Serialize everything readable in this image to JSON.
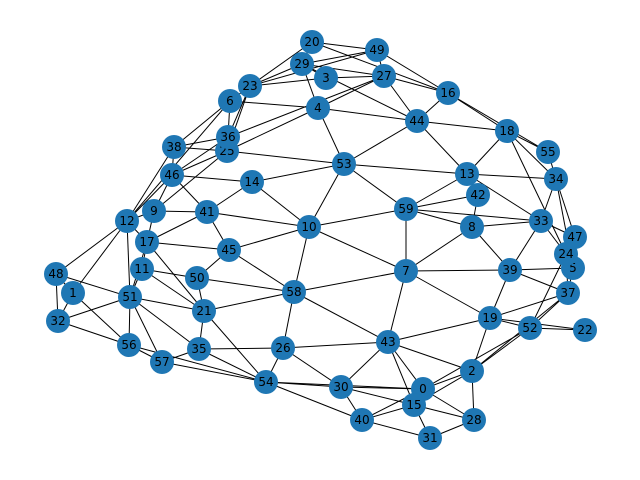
{
  "graph": {
    "node_color": "#1f77b4",
    "edge_color": "#000000",
    "label_color": "#000000",
    "nodes": [
      {
        "id": "0"
      },
      {
        "id": "1"
      },
      {
        "id": "2"
      },
      {
        "id": "3"
      },
      {
        "id": "4"
      },
      {
        "id": "5"
      },
      {
        "id": "6"
      },
      {
        "id": "7"
      },
      {
        "id": "8"
      },
      {
        "id": "9"
      },
      {
        "id": "10"
      },
      {
        "id": "11"
      },
      {
        "id": "12"
      },
      {
        "id": "13"
      },
      {
        "id": "14"
      },
      {
        "id": "15"
      },
      {
        "id": "16"
      },
      {
        "id": "17"
      },
      {
        "id": "18"
      },
      {
        "id": "19"
      },
      {
        "id": "20"
      },
      {
        "id": "21"
      },
      {
        "id": "22"
      },
      {
        "id": "23"
      },
      {
        "id": "24"
      },
      {
        "id": "25"
      },
      {
        "id": "26"
      },
      {
        "id": "27"
      },
      {
        "id": "28"
      },
      {
        "id": "29"
      },
      {
        "id": "30"
      },
      {
        "id": "31"
      },
      {
        "id": "32"
      },
      {
        "id": "34"
      },
      {
        "id": "35"
      },
      {
        "id": "36"
      },
      {
        "id": "37"
      },
      {
        "id": "38"
      },
      {
        "id": "39"
      },
      {
        "id": "40"
      },
      {
        "id": "41"
      },
      {
        "id": "42"
      },
      {
        "id": "43"
      },
      {
        "id": "44"
      },
      {
        "id": "45"
      },
      {
        "id": "46"
      },
      {
        "id": "47"
      },
      {
        "id": "48"
      },
      {
        "id": "49"
      },
      {
        "id": "50"
      },
      {
        "id": "51"
      },
      {
        "id": "52"
      },
      {
        "id": "53"
      },
      {
        "id": "54"
      },
      {
        "id": "55"
      },
      {
        "id": "56"
      },
      {
        "id": "57"
      },
      {
        "id": "58"
      },
      {
        "id": "59"
      },
      {
        "id": "33"
      }
    ],
    "edges": [
      [
        "20",
        "49"
      ],
      [
        "20",
        "29"
      ],
      [
        "20",
        "23"
      ],
      [
        "20",
        "16"
      ],
      [
        "49",
        "29"
      ],
      [
        "49",
        "27"
      ],
      [
        "49",
        "16"
      ],
      [
        "49",
        "23"
      ],
      [
        "29",
        "3"
      ],
      [
        "29",
        "4"
      ],
      [
        "29",
        "27"
      ],
      [
        "29",
        "23"
      ],
      [
        "29",
        "44"
      ],
      [
        "3",
        "23"
      ],
      [
        "3",
        "27"
      ],
      [
        "27",
        "16"
      ],
      [
        "27",
        "44"
      ],
      [
        "27",
        "4"
      ],
      [
        "27",
        "36"
      ],
      [
        "23",
        "6"
      ],
      [
        "23",
        "36"
      ],
      [
        "23",
        "25"
      ],
      [
        "6",
        "4"
      ],
      [
        "6",
        "36"
      ],
      [
        "6",
        "38"
      ],
      [
        "6",
        "12"
      ],
      [
        "4",
        "44"
      ],
      [
        "4",
        "53"
      ],
      [
        "4",
        "25"
      ],
      [
        "16",
        "44"
      ],
      [
        "16",
        "18"
      ],
      [
        "16",
        "55"
      ],
      [
        "44",
        "18"
      ],
      [
        "44",
        "13"
      ],
      [
        "44",
        "53"
      ],
      [
        "18",
        "55"
      ],
      [
        "18",
        "13"
      ],
      [
        "18",
        "34"
      ],
      [
        "18",
        "24"
      ],
      [
        "55",
        "34"
      ],
      [
        "36",
        "25"
      ],
      [
        "36",
        "38"
      ],
      [
        "36",
        "46"
      ],
      [
        "38",
        "25"
      ],
      [
        "38",
        "12"
      ],
      [
        "38",
        "46"
      ],
      [
        "25",
        "53"
      ],
      [
        "25",
        "46"
      ],
      [
        "25",
        "9"
      ],
      [
        "53",
        "13"
      ],
      [
        "53",
        "59"
      ],
      [
        "53",
        "14"
      ],
      [
        "53",
        "10"
      ],
      [
        "13",
        "34"
      ],
      [
        "13",
        "42"
      ],
      [
        "13",
        "59"
      ],
      [
        "13",
        "33"
      ],
      [
        "42",
        "59"
      ],
      [
        "42",
        "8"
      ],
      [
        "34",
        "33"
      ],
      [
        "34",
        "47"
      ],
      [
        "34",
        "5"
      ],
      [
        "46",
        "14"
      ],
      [
        "46",
        "9"
      ],
      [
        "46",
        "41"
      ],
      [
        "46",
        "12"
      ],
      [
        "14",
        "41"
      ],
      [
        "14",
        "10"
      ],
      [
        "9",
        "41"
      ],
      [
        "9",
        "12"
      ],
      [
        "9",
        "17"
      ],
      [
        "12",
        "17"
      ],
      [
        "12",
        "48"
      ],
      [
        "12",
        "1"
      ],
      [
        "12",
        "51"
      ],
      [
        "41",
        "10"
      ],
      [
        "41",
        "45"
      ],
      [
        "41",
        "17"
      ],
      [
        "10",
        "59"
      ],
      [
        "10",
        "7"
      ],
      [
        "10",
        "58"
      ],
      [
        "10",
        "45"
      ],
      [
        "59",
        "8"
      ],
      [
        "59",
        "7"
      ],
      [
        "59",
        "33"
      ],
      [
        "8",
        "33"
      ],
      [
        "8",
        "39"
      ],
      [
        "8",
        "7"
      ],
      [
        "33",
        "47"
      ],
      [
        "33",
        "24"
      ],
      [
        "33",
        "39"
      ],
      [
        "47",
        "24"
      ],
      [
        "24",
        "5"
      ],
      [
        "24",
        "37"
      ],
      [
        "24",
        "52"
      ],
      [
        "5",
        "39"
      ],
      [
        "5",
        "37"
      ],
      [
        "39",
        "7"
      ],
      [
        "39",
        "19"
      ],
      [
        "39",
        "37"
      ],
      [
        "37",
        "19"
      ],
      [
        "37",
        "52"
      ],
      [
        "37",
        "2"
      ],
      [
        "19",
        "52"
      ],
      [
        "19",
        "22"
      ],
      [
        "19",
        "43"
      ],
      [
        "19",
        "2"
      ],
      [
        "52",
        "22"
      ],
      [
        "52",
        "2"
      ],
      [
        "52",
        "0"
      ],
      [
        "17",
        "45"
      ],
      [
        "17",
        "11"
      ],
      [
        "17",
        "21"
      ],
      [
        "17",
        "51"
      ],
      [
        "45",
        "58"
      ],
      [
        "45",
        "50"
      ],
      [
        "11",
        "50"
      ],
      [
        "11",
        "51"
      ],
      [
        "11",
        "21"
      ],
      [
        "50",
        "58"
      ],
      [
        "50",
        "21"
      ],
      [
        "7",
        "58"
      ],
      [
        "7",
        "43"
      ],
      [
        "7",
        "19"
      ],
      [
        "58",
        "21"
      ],
      [
        "58",
        "26"
      ],
      [
        "58",
        "43"
      ],
      [
        "48",
        "1"
      ],
      [
        "48",
        "32"
      ],
      [
        "48",
        "51"
      ],
      [
        "1",
        "32"
      ],
      [
        "1",
        "56"
      ],
      [
        "51",
        "32"
      ],
      [
        "51",
        "56"
      ],
      [
        "51",
        "57"
      ],
      [
        "51",
        "35"
      ],
      [
        "51",
        "21"
      ],
      [
        "21",
        "35"
      ],
      [
        "21",
        "54"
      ],
      [
        "43",
        "26"
      ],
      [
        "43",
        "30"
      ],
      [
        "43",
        "15"
      ],
      [
        "43",
        "2"
      ],
      [
        "43",
        "0"
      ],
      [
        "26",
        "35"
      ],
      [
        "26",
        "30"
      ],
      [
        "26",
        "54"
      ],
      [
        "32",
        "56"
      ],
      [
        "56",
        "57"
      ],
      [
        "56",
        "54"
      ],
      [
        "57",
        "35"
      ],
      [
        "57",
        "54"
      ],
      [
        "35",
        "54"
      ],
      [
        "54",
        "30"
      ],
      [
        "54",
        "40"
      ],
      [
        "54",
        "0"
      ],
      [
        "30",
        "40"
      ],
      [
        "30",
        "0"
      ],
      [
        "30",
        "15"
      ],
      [
        "2",
        "0"
      ],
      [
        "2",
        "15"
      ],
      [
        "2",
        "28"
      ],
      [
        "0",
        "15"
      ],
      [
        "0",
        "28"
      ],
      [
        "0",
        "40"
      ],
      [
        "15",
        "40"
      ],
      [
        "15",
        "31"
      ],
      [
        "15",
        "28"
      ],
      [
        "40",
        "31"
      ],
      [
        "31",
        "28"
      ]
    ]
  }
}
